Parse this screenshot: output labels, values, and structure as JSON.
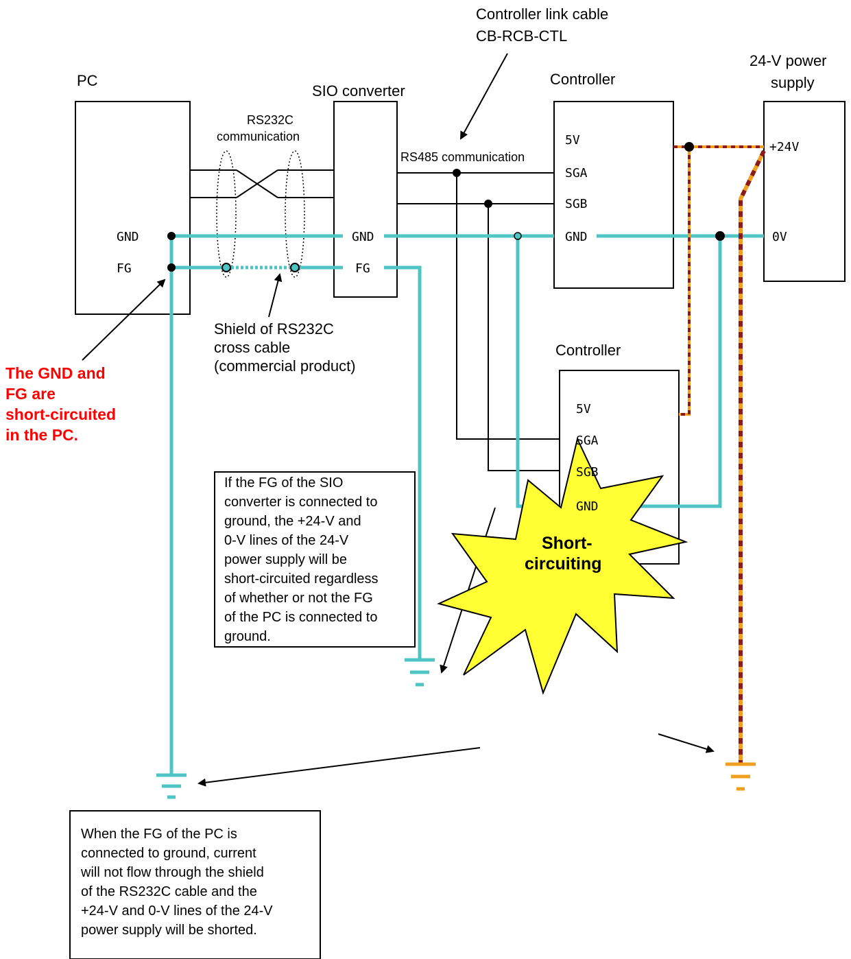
{
  "labels": {
    "link_cable_line1": "Controller link cable",
    "link_cable_line2": "CB-RCB-CTL",
    "pc": "PC",
    "sio": "SIO converter",
    "controller_top": "Controller",
    "controller_bottom": "Controller",
    "psu_line1": "24-V power",
    "psu_line2": "supply",
    "rs232c_line1": "RS232C",
    "rs232c_line2": "communication",
    "rs485": "RS485 communication",
    "shield_line1": "Shield of RS232C",
    "shield_line2": "cross cable",
    "shield_line3": "(commercial product)"
  },
  "pins": {
    "pc_gnd": "GND",
    "pc_fg": "FG",
    "sio_gnd": "GND",
    "sio_fg": "FG",
    "c1_5v": "5V",
    "c1_sga": "SGA",
    "c1_sgb": "SGB",
    "c1_gnd": "GND",
    "c2_5v": "5V",
    "c2_sga": "SGA",
    "c2_sgb": "SGB",
    "c2_gnd": "GND",
    "psu_24v": "+24V",
    "psu_0v": "0V"
  },
  "warning": {
    "line1": "The GND and",
    "line2": "FG are",
    "line3": "short-circuited",
    "line4": "in the PC."
  },
  "burst": {
    "line1": "Short-",
    "line2": "circuiting"
  },
  "note_sio": [
    "If the FG of the SIO",
    "converter is connected to",
    "ground, the +24-V and",
    "0-V lines of the 24-V",
    "power supply will be",
    "short-circuited regardless",
    "of whether or not the FG",
    "of the PC is connected to",
    "ground."
  ],
  "note_pc": [
    "When the FG of the PC is",
    "connected to ground, current",
    "will not flow through the shield",
    "of the RS232C cable and the",
    "+24-V and 0-V lines of the 24-V",
    "power supply will be shorted."
  ],
  "colors": {
    "ground_wire": "#4fc4c4",
    "power_wire_dark": "#8b1a1a",
    "power_wire_light": "#f0a020",
    "burst_fill": "#ffff33",
    "warning_text": "#ff0000"
  }
}
